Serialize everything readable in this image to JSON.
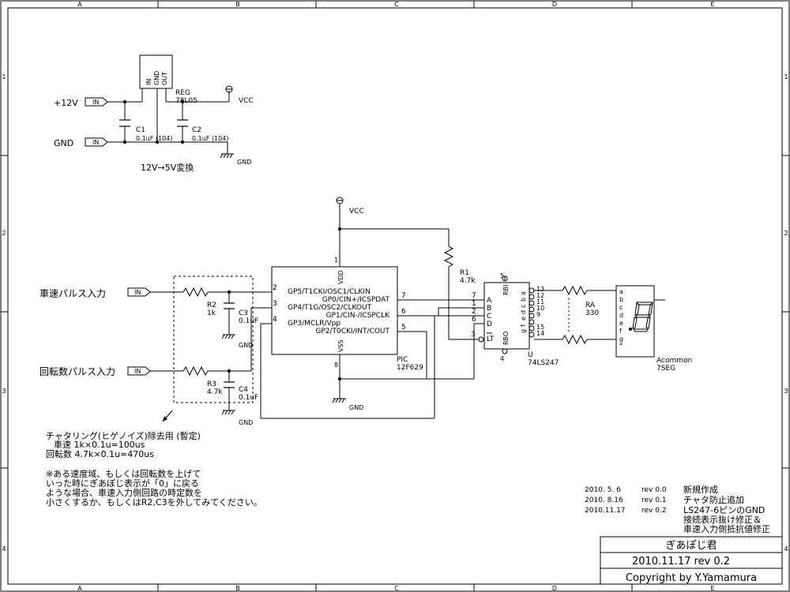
{
  "frame": {
    "cols": [
      "A",
      "B",
      "C",
      "D",
      "E"
    ],
    "rows": [
      "1",
      "2",
      "3",
      "4"
    ]
  },
  "power": {
    "in12_label": "+12V",
    "gnd_label": "GND",
    "port_in": "IN",
    "reg_pins": [
      "IN",
      "GND",
      "OUT"
    ],
    "reg_ref": "REG",
    "reg_part": "78L05",
    "vcc": "VCC",
    "c1_ref": "C1",
    "c1_val": "0.1uF (104)",
    "c2_ref": "C2",
    "c2_val": "0.1uF (104)",
    "gnd_sym": "GND",
    "caption": "12V→5V変換"
  },
  "mcu": {
    "vcc": "VCC",
    "vdd": "VDD",
    "vss": "VSS",
    "pin_vdd": "1",
    "pin_vss": "8",
    "left_pins": [
      {
        "num": "2",
        "label": "GP5/T1CKI/OSC1/CLKIN"
      },
      {
        "num": "3",
        "label": "GP4/T1G/OSC2/CLKOUT"
      },
      {
        "num": "4",
        "label": "GP3/MCLR/Vpp"
      }
    ],
    "right_pins": [
      {
        "num": "7",
        "label": "GP0/CIN+/ICSPDAT"
      },
      {
        "num": "6",
        "label": "GP1/CIN-/ICSPCLK"
      },
      {
        "num": "5",
        "label": "GP2/T0CKI/INT/COUT"
      }
    ],
    "ref": "PIC",
    "part": "12F629",
    "gnd": "GND"
  },
  "inputs": {
    "speed_label": "車速パルス入力",
    "rpm_label": "回転数パルス入力",
    "port_in": "IN",
    "r2_ref": "R2",
    "r2_val": "1k",
    "c3_ref": "C3",
    "c3_val": "0.1uF",
    "r3_ref": "R3",
    "r3_val": "4.7k",
    "c4_ref": "C4",
    "c4_val": "0.1uF",
    "gnd": "GND"
  },
  "r1": {
    "ref": "R1",
    "val": "4.7k"
  },
  "decoder": {
    "left_pins": [
      {
        "num": "7",
        "label": "A"
      },
      {
        "num": "1",
        "label": "B"
      },
      {
        "num": "2",
        "label": "C"
      },
      {
        "num": "6",
        "label": "D"
      }
    ],
    "lt_num": "3",
    "lt_label": "LT",
    "rbi_num": "5",
    "rbi_label": "RBI",
    "rbo_num": "4",
    "rbo_label": "RBO",
    "right_pins": [
      {
        "num": "13",
        "label": "a"
      },
      {
        "num": "12",
        "label": "b"
      },
      {
        "num": "11",
        "label": "c"
      },
      {
        "num": "10",
        "label": "d"
      },
      {
        "num": "9",
        "label": "e"
      },
      {
        "num": "15",
        "label": "f"
      },
      {
        "num": "14",
        "label": "g"
      }
    ],
    "ref": "U",
    "part": "74LS247"
  },
  "ra": {
    "ref": "RA",
    "val": "330"
  },
  "seg": {
    "pins": [
      "a",
      "b",
      "c",
      "d",
      "e",
      "f",
      "g",
      "*"
    ],
    "name1": "Acommon",
    "name2": "7SEG"
  },
  "notes": {
    "filter_title": "チャタリング(ヒゲノイズ)除去用 (暫定)",
    "filter_line1": "車速 1k×0.1u=100us",
    "filter_line2": "回転数 4.7k×0.1u=470us",
    "caution1": "※ある速度域、もしくは回転数を上げて",
    "caution2": "いった時にぎあぽじ表示が「0」に戻る",
    "caution3": "ような場合、車速入力側回路の時定数を",
    "caution4": "小さくするか、もしくはR2,C3を外してみてください。"
  },
  "revisions": [
    {
      "date": "2010. 5. 6",
      "rev": "rev 0.0",
      "desc": [
        "新規作成"
      ]
    },
    {
      "date": "2010. 8.16",
      "rev": "rev 0.1",
      "desc": [
        "チャタ防止追加"
      ]
    },
    {
      "date": "2010.11.17",
      "rev": "rev 0.2",
      "desc": [
        "LS247-6ピンのGND",
        "接続表示抜け修正＆",
        "車速入力側抵抗値修正"
      ]
    }
  ],
  "title_block": {
    "name": "ぎあぽじ君",
    "date_rev": "2010.11.17  rev 0.2",
    "copyright": "Copyright by Y.Yamamura"
  }
}
